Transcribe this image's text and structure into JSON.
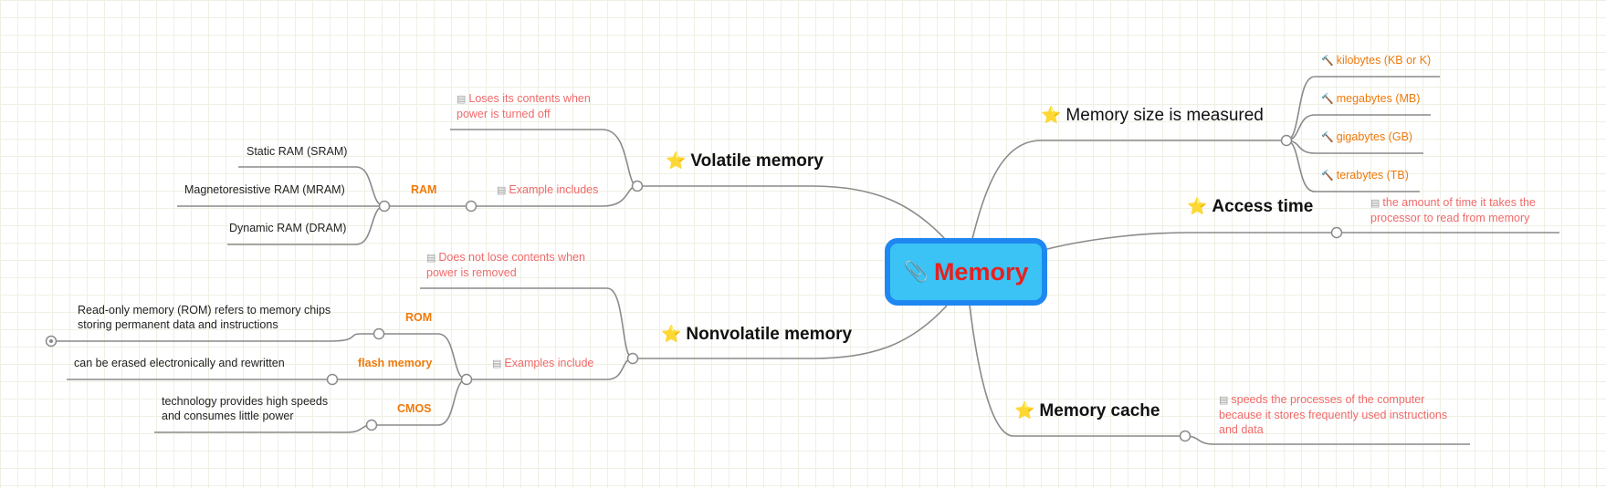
{
  "central": {
    "icon": "paperclip-icon",
    "title": "Memory"
  },
  "volatile": {
    "title": "Volatile memory",
    "note": [
      "Loses its contents when",
      "power is turned off"
    ],
    "example_label": "Example includes",
    "ram_label": "RAM",
    "ram_types": [
      "Static RAM (SRAM)",
      "Magnetoresistive RAM (MRAM)",
      "Dynamic RAM  (DRAM)"
    ]
  },
  "nonvolatile": {
    "title": "Nonvolatile memory",
    "note": [
      "Does not lose contents  when",
      "power is removed"
    ],
    "examples_label": "Examples include",
    "rom_label": "ROM",
    "rom_desc": [
      "Read-only memory (ROM) refers to memory chips",
      "storing permanent data and instructions"
    ],
    "flash_label": "flash memory",
    "flash_desc": "can be erased electronically and  rewritten",
    "cmos_label": "CMOS",
    "cmos_desc": [
      "technology provides high speeds",
      "and consumes  little power"
    ]
  },
  "size": {
    "title": "Memory size is measured",
    "units": [
      "kilobytes (KB or K)",
      "megabytes (MB)",
      "gigabytes (GB)",
      "terabytes (TB)"
    ]
  },
  "access": {
    "title": "Access time",
    "note": [
      "the amount of time it takes the",
      "processor to read from memory"
    ]
  },
  "cache": {
    "title": "Memory cache",
    "note": [
      "speeds the processes of the computer",
      "because it stores frequently used instructions",
      "and data"
    ]
  },
  "colors": {
    "line": "#8a8a8a",
    "central_fill": "#3bc3f5",
    "central_border": "#1e88f0",
    "central_text": "#e8201e",
    "note": "#f06a6a",
    "accent": "#ee7a0c"
  }
}
